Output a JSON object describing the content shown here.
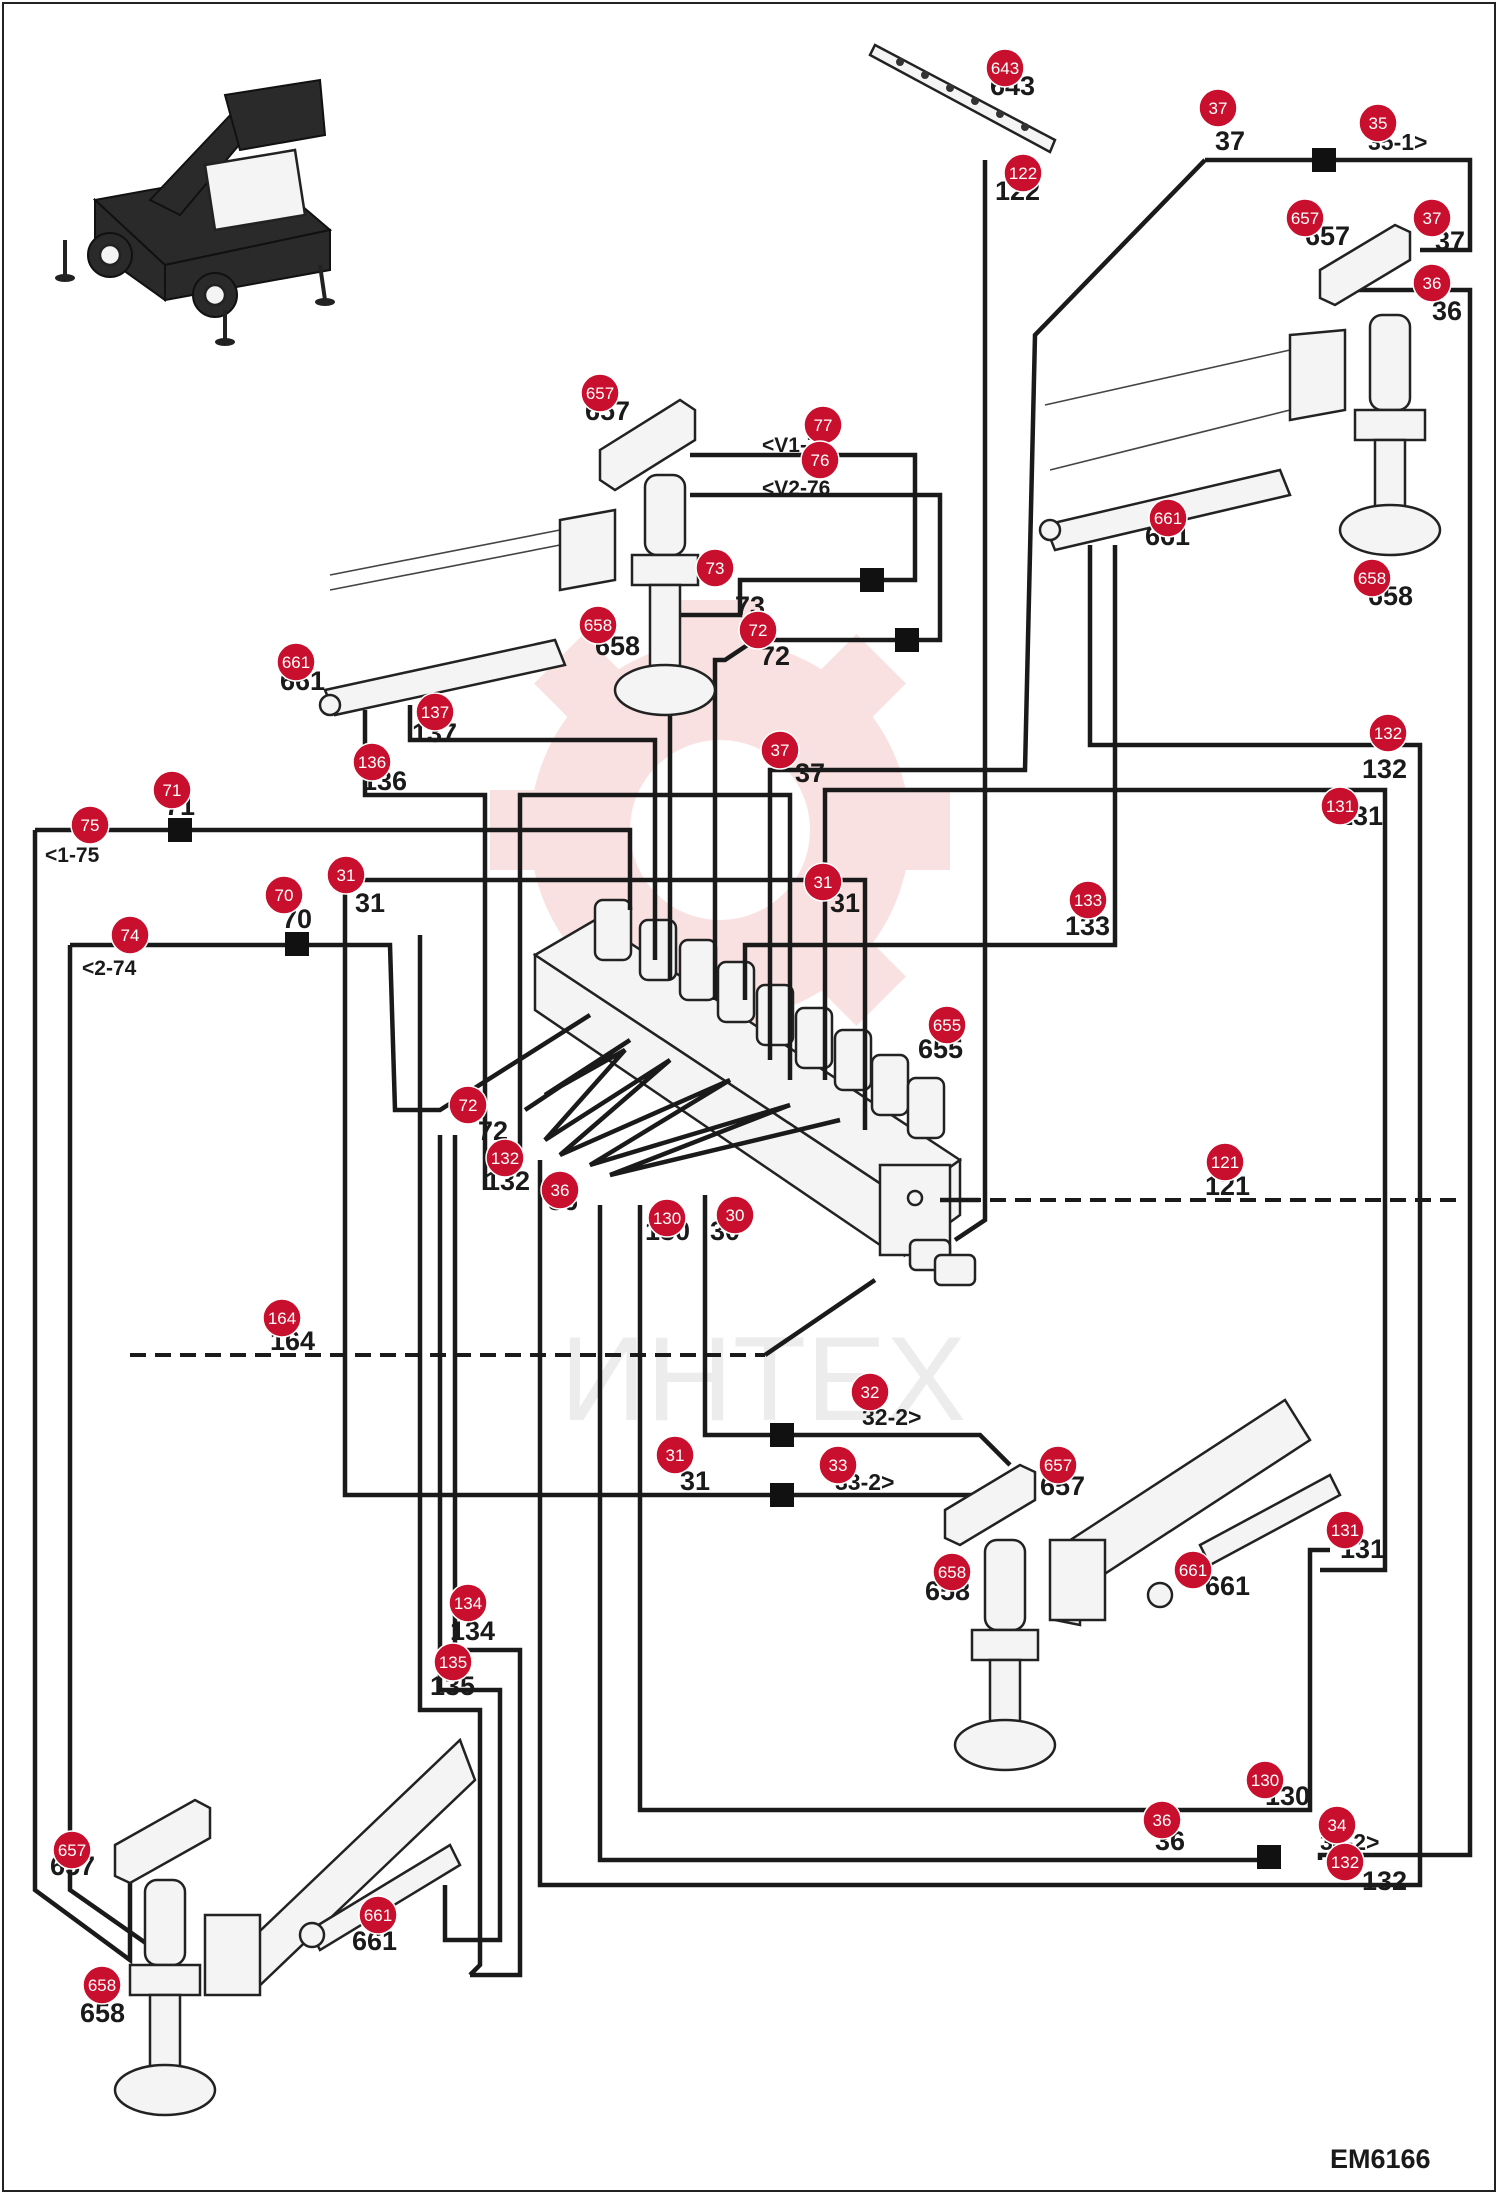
{
  "drawing_code": "EM6166",
  "watermark": "ИНТЕХ",
  "callouts": [
    {
      "id": "c643",
      "text": "643"
    },
    {
      "id": "c122",
      "text": "122"
    },
    {
      "id": "c37a",
      "text": "37"
    },
    {
      "id": "c35",
      "text": "35"
    },
    {
      "id": "c657a",
      "text": "657"
    },
    {
      "id": "c37b",
      "text": "37"
    },
    {
      "id": "c36a",
      "text": "36"
    },
    {
      "id": "c657b",
      "text": "657"
    },
    {
      "id": "c77",
      "text": "77"
    },
    {
      "id": "c76",
      "text": "76"
    },
    {
      "id": "c73",
      "text": "73"
    },
    {
      "id": "c658a",
      "text": "658"
    },
    {
      "id": "c72a",
      "text": "72"
    },
    {
      "id": "c661a",
      "text": "661"
    },
    {
      "id": "c661b",
      "text": "661"
    },
    {
      "id": "c658b",
      "text": "658"
    },
    {
      "id": "c137",
      "text": "137"
    },
    {
      "id": "c136",
      "text": "136"
    },
    {
      "id": "c37c",
      "text": "37"
    },
    {
      "id": "c132a",
      "text": "132"
    },
    {
      "id": "c131a",
      "text": "131"
    },
    {
      "id": "c71",
      "text": "71"
    },
    {
      "id": "c75",
      "text": "75"
    },
    {
      "id": "c31a",
      "text": "31"
    },
    {
      "id": "c31b",
      "text": "31"
    },
    {
      "id": "c70",
      "text": "70"
    },
    {
      "id": "c74",
      "text": "74"
    },
    {
      "id": "c133",
      "text": "133"
    },
    {
      "id": "c655",
      "text": "655"
    },
    {
      "id": "c72b",
      "text": "72"
    },
    {
      "id": "c132b",
      "text": "132"
    },
    {
      "id": "c36b",
      "text": "36"
    },
    {
      "id": "c130a",
      "text": "130"
    },
    {
      "id": "c30",
      "text": "30"
    },
    {
      "id": "c121",
      "text": "121"
    },
    {
      "id": "c164",
      "text": "164"
    },
    {
      "id": "c32",
      "text": "32"
    },
    {
      "id": "c31c",
      "text": "31"
    },
    {
      "id": "c33",
      "text": "33"
    },
    {
      "id": "c657c",
      "text": "657"
    },
    {
      "id": "c131b",
      "text": "131"
    },
    {
      "id": "c658c",
      "text": "658"
    },
    {
      "id": "c661c",
      "text": "661"
    },
    {
      "id": "c134",
      "text": "134"
    },
    {
      "id": "c135",
      "text": "135"
    },
    {
      "id": "c130b",
      "text": "130"
    },
    {
      "id": "c36c",
      "text": "36"
    },
    {
      "id": "c34",
      "text": "34"
    },
    {
      "id": "c132c",
      "text": "132"
    },
    {
      "id": "c657d",
      "text": "657"
    },
    {
      "id": "c661d",
      "text": "661"
    },
    {
      "id": "c658d",
      "text": "658"
    }
  ],
  "labels": [
    {
      "id": "l643",
      "text": "643"
    },
    {
      "id": "l122",
      "text": "122"
    },
    {
      "id": "l37a",
      "text": "37"
    },
    {
      "id": "l35",
      "text": "35-1>"
    },
    {
      "id": "l657a",
      "text": "657"
    },
    {
      "id": "l37b",
      "text": "37"
    },
    {
      "id": "l36a",
      "text": "36"
    },
    {
      "id": "l657b",
      "text": "657"
    },
    {
      "id": "l77",
      "text": "<V1-77"
    },
    {
      "id": "l76",
      "text": "<V2-76"
    },
    {
      "id": "l73",
      "text": "73"
    },
    {
      "id": "l658a",
      "text": "658"
    },
    {
      "id": "l72a",
      "text": "72"
    },
    {
      "id": "l661a",
      "text": "661"
    },
    {
      "id": "l661b",
      "text": "661"
    },
    {
      "id": "l658b",
      "text": "658"
    },
    {
      "id": "l137",
      "text": "137"
    },
    {
      "id": "l136",
      "text": "136"
    },
    {
      "id": "l37c",
      "text": "37"
    },
    {
      "id": "l132a",
      "text": "132"
    },
    {
      "id": "l131a",
      "text": "131"
    },
    {
      "id": "l71",
      "text": "71"
    },
    {
      "id": "l75",
      "text": "<1-75"
    },
    {
      "id": "l31a",
      "text": "31"
    },
    {
      "id": "l31b",
      "text": "31"
    },
    {
      "id": "l70",
      "text": "70"
    },
    {
      "id": "l74",
      "text": "<2-74"
    },
    {
      "id": "l133",
      "text": "133"
    },
    {
      "id": "l655",
      "text": "655"
    },
    {
      "id": "l72b",
      "text": "72"
    },
    {
      "id": "l132b",
      "text": "132"
    },
    {
      "id": "l36b",
      "text": "36"
    },
    {
      "id": "l130a",
      "text": "130"
    },
    {
      "id": "l30",
      "text": "30"
    },
    {
      "id": "l121",
      "text": "121"
    },
    {
      "id": "l164",
      "text": "164"
    },
    {
      "id": "l32",
      "text": "32-2>"
    },
    {
      "id": "l31c",
      "text": "31"
    },
    {
      "id": "l33",
      "text": "33-2>"
    },
    {
      "id": "l657c",
      "text": "657"
    },
    {
      "id": "l131b",
      "text": "131"
    },
    {
      "id": "l658c",
      "text": "658"
    },
    {
      "id": "l661c",
      "text": "661"
    },
    {
      "id": "l134",
      "text": "134"
    },
    {
      "id": "l135",
      "text": "135"
    },
    {
      "id": "l130b",
      "text": "130"
    },
    {
      "id": "l36c",
      "text": "36"
    },
    {
      "id": "l34",
      "text": "34-2>"
    },
    {
      "id": "l132c",
      "text": "132"
    },
    {
      "id": "l657d",
      "text": "657"
    },
    {
      "id": "l661d",
      "text": "661"
    },
    {
      "id": "l658d",
      "text": "658"
    }
  ]
}
